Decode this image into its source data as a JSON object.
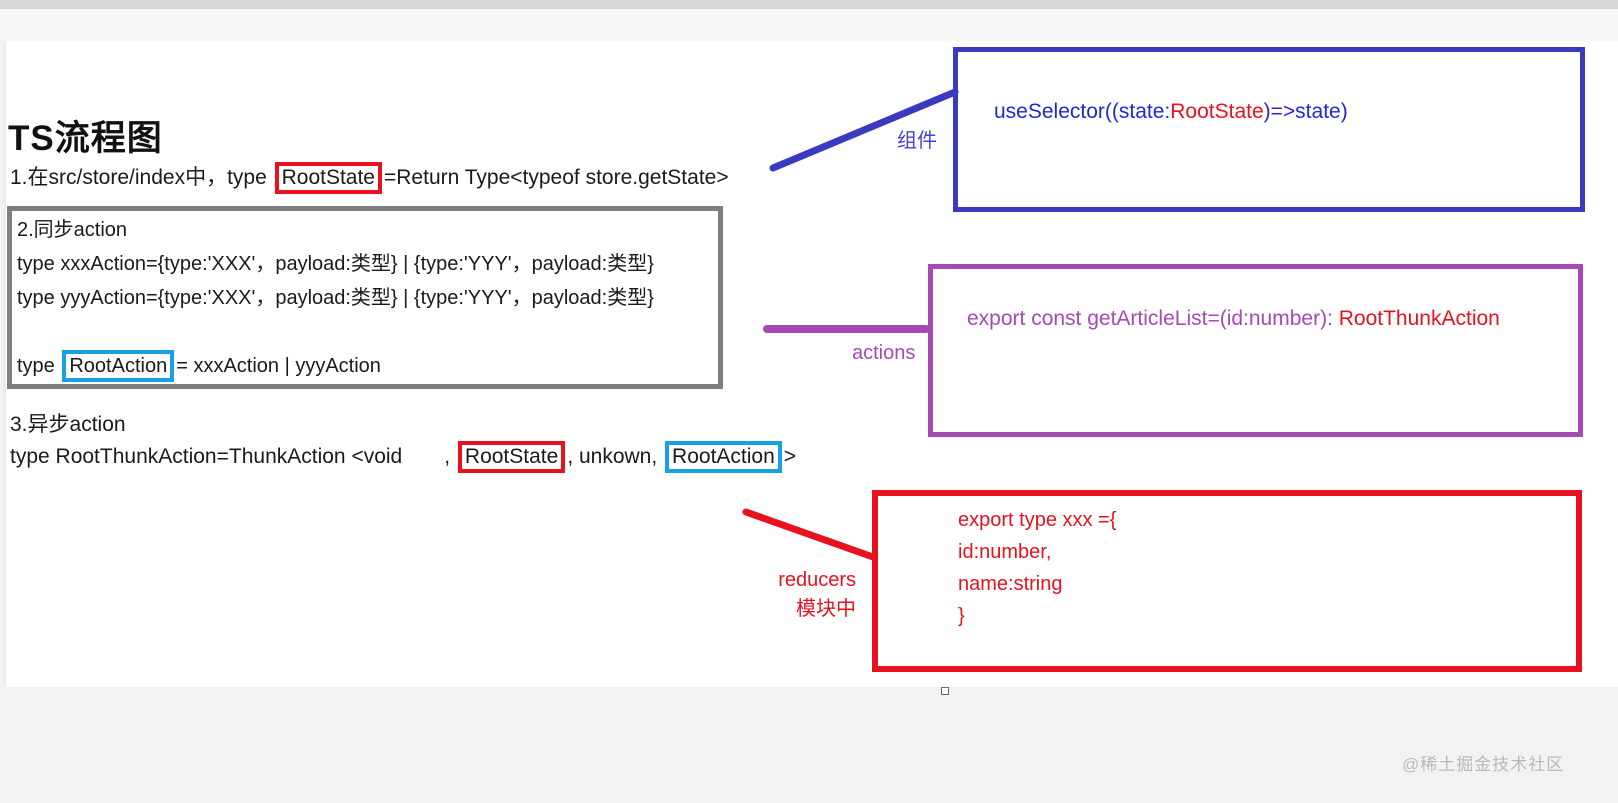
{
  "page": {
    "title": "TS流程图",
    "watermark": "@稀土掘金技术社区"
  },
  "colors": {
    "red": "#e8121f",
    "blue_border": "#3a3ac0",
    "blue_text": "#2525d4",
    "purple": "#a54ab2",
    "cyan_highlight": "#18a0e4",
    "gray_border": "#7f7f7f"
  },
  "section1": {
    "prefix": "1.在src/store/index中，type ",
    "highlight": "RootState",
    "suffix": "=Return Type<typeof store.getState>"
  },
  "section2": {
    "heading": "2.同步action",
    "line_xxx": "type xxxAction={type:'XXX'，payload:类型} | {type:'YYY'，payload:类型}",
    "line_yyy": "type yyyAction={type:'XXX'，payload:类型} | {type:'YYY'，payload:类型}",
    "root_prefix": "type ",
    "root_highlight": "RootAction",
    "root_suffix": "= xxxAction | yyyAction"
  },
  "section3": {
    "heading": "3.异步action",
    "thunk_prefix": "type RootThunkAction=ThunkAction <void",
    "thunk_comma": ", ",
    "thunk_state": "RootState",
    "thunk_mid": ", unkown, ",
    "thunk_action": "RootAction",
    "thunk_suffix": ">"
  },
  "component_box": {
    "label": "组件",
    "code_prefix": "useSelector((state:",
    "code_highlight": "RootState",
    "code_suffix": ")=>state)"
  },
  "actions_box": {
    "label": "actions",
    "code_prefix": "export const getArticleList=(id:number): ",
    "code_highlight": "RootThunkAction"
  },
  "reducers_box": {
    "label_line1": "reducers",
    "label_line2": "模块中",
    "code_lines": [
      "export type xxx ={",
      "id:number,",
      "name:string",
      "}"
    ]
  }
}
